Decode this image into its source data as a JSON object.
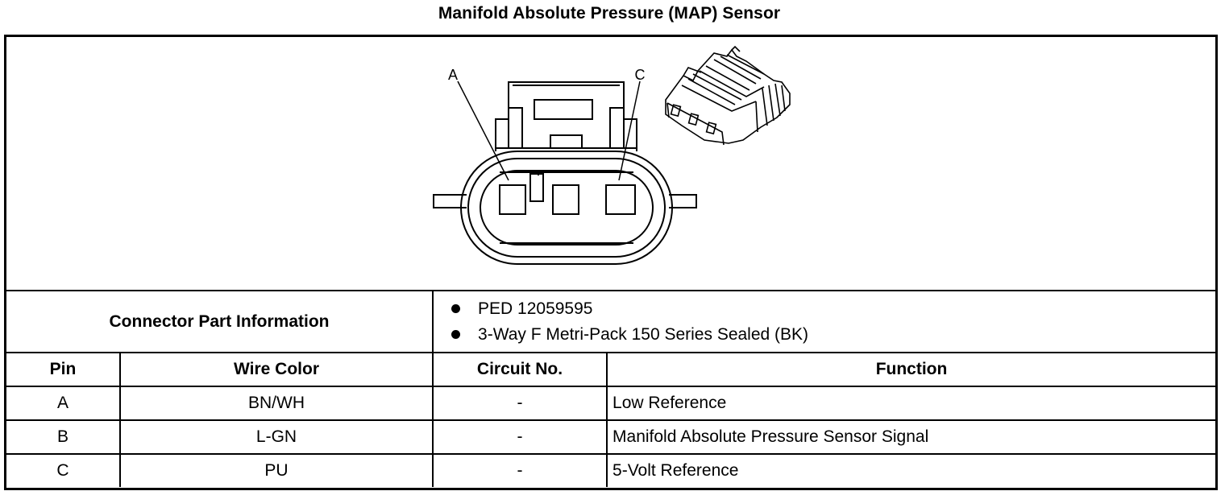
{
  "title": "Manifold Absolute Pressure (MAP) Sensor",
  "diagram": {
    "callouts": [
      "A",
      "C"
    ]
  },
  "connector_info": {
    "label": "Connector Part Information",
    "items": [
      "PED 12059595",
      "3-Way F Metri-Pack 150 Series Sealed (BK)"
    ]
  },
  "table": {
    "headers": [
      "Pin",
      "Wire Color",
      "Circuit No.",
      "Function"
    ],
    "rows": [
      {
        "pin": "A",
        "wire_color": "BN/WH",
        "circuit": "-",
        "function": "Low Reference"
      },
      {
        "pin": "B",
        "wire_color": "L-GN",
        "circuit": "-",
        "function": "Manifold Absolute Pressure Sensor Signal"
      },
      {
        "pin": "C",
        "wire_color": "PU",
        "circuit": "-",
        "function": "5-Volt Reference"
      }
    ]
  }
}
